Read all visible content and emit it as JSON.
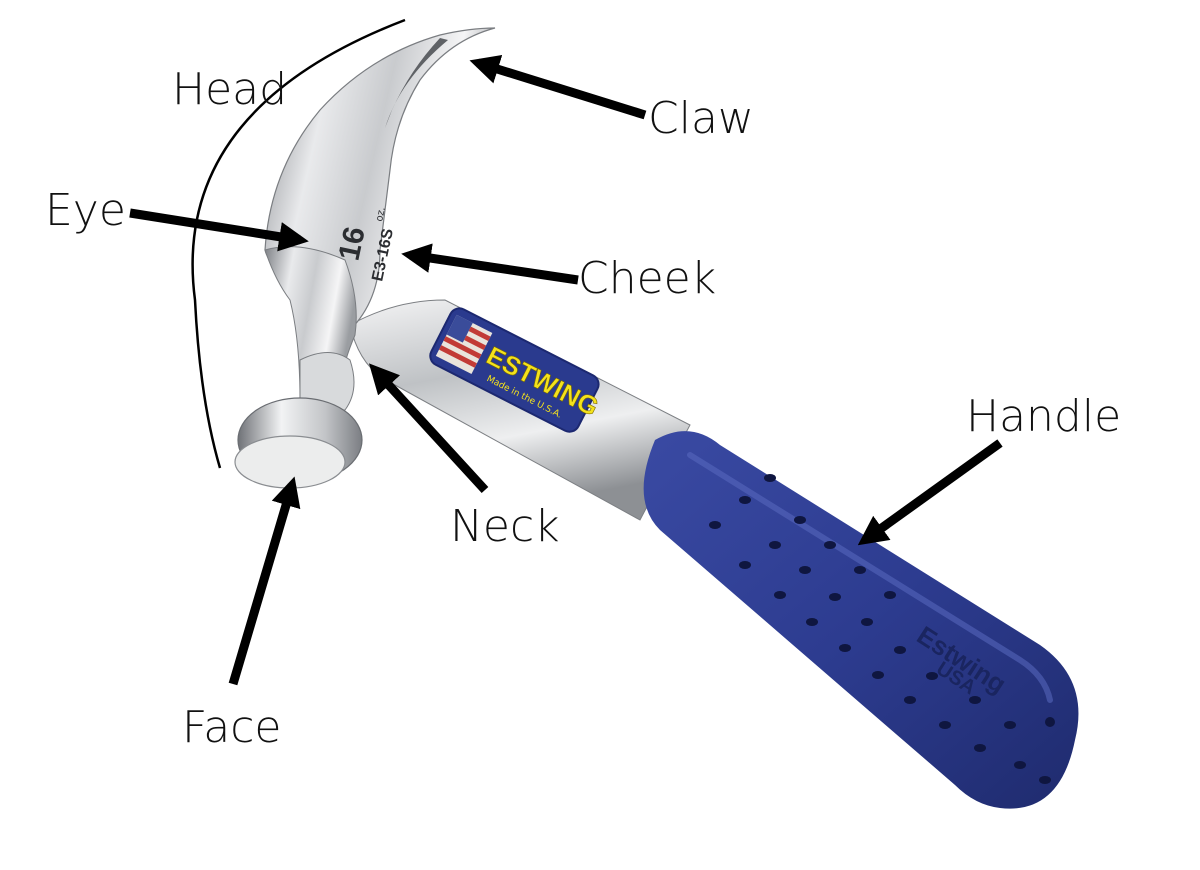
{
  "labels": {
    "head": "Head",
    "claw": "Claw",
    "eye": "Eye",
    "cheek": "Cheek",
    "handle": "Handle",
    "neck": "Neck",
    "face": "Face"
  },
  "hammer": {
    "weight": "16",
    "weight_unit": "oz.",
    "model": "E3-16S",
    "brand": "ESTWING",
    "brand_tagline": "Made in the U.S.A.",
    "grip_brand": "Estwing",
    "grip_country": "USA"
  },
  "colors": {
    "steel_light": "#f1f2f3",
    "steel_dark": "#8c8f93",
    "grip_blue": "#2f3f95",
    "grip_blue_dark": "#1e2a6b",
    "label_yellow": "#f4e21c",
    "arrow": "#000000"
  }
}
